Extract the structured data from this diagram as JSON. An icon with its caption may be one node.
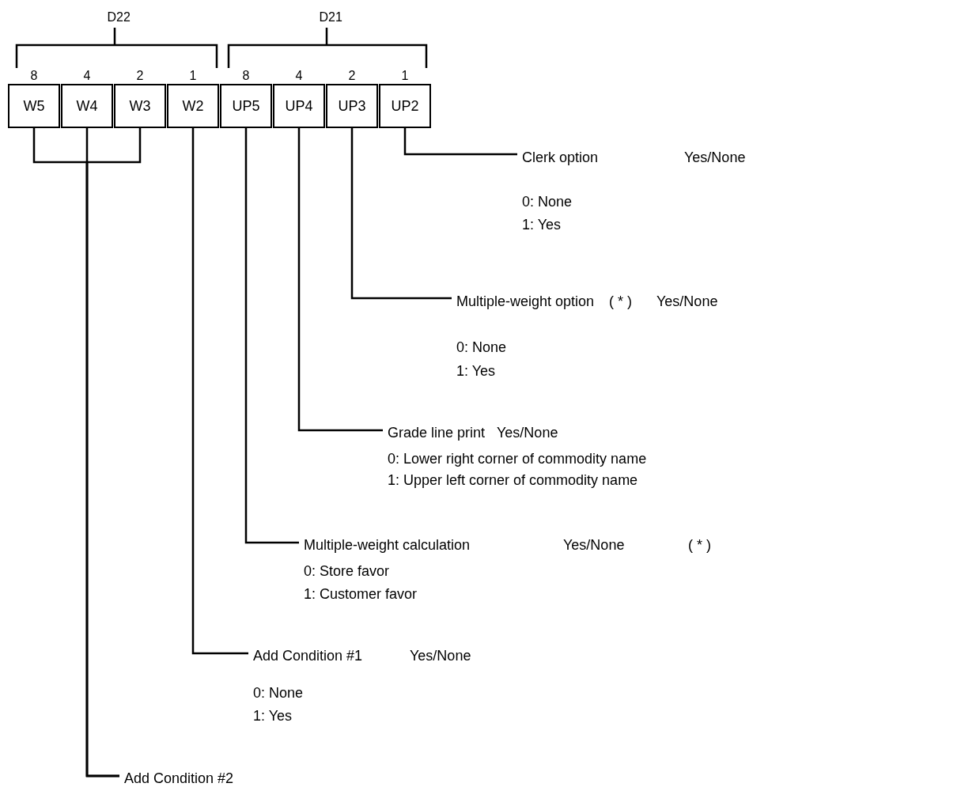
{
  "diagram": {
    "nodes": [
      {
        "text": [
          "W5"
        ]
      },
      {
        "text": [
          "W4"
        ]
      },
      {
        "text": [
          "W3"
        ]
      },
      {
        "text": [
          "W2"
        ]
      },
      {
        "text": [
          "UP5"
        ]
      },
      {
        "text": [
          "UP4"
        ]
      },
      {
        "text": [
          "UP3"
        ]
      },
      {
        "text": [
          "UP2"
        ]
      },
      {
        "text": [
          "Clerk option",
          "Yes/None",
          "0: None",
          "1: Yes"
        ]
      },
      {
        "text": [
          "Multiple-weight option",
          "( * )",
          "Yes/None",
          "0: None",
          "1: Yes"
        ]
      },
      {
        "text": [
          "Grade line print",
          "Yes/None",
          "0: Lower right corner of commodity name",
          "1: Upper left corner of commodity name"
        ]
      },
      {
        "text": [
          "Multiple-weight calculation",
          "Yes/None",
          "( * )",
          "0: Store favor",
          "1: Customer favor"
        ]
      },
      {
        "text": [
          "Add Condition #1",
          "Yes/None",
          "0: None",
          "1: Yes"
        ]
      },
      {
        "text": [
          "Add Condition #2"
        ]
      }
    ],
    "edges": [
      {
        "from": 7,
        "to": 8,
        "arrow": "none"
      },
      {
        "from": 6,
        "to": 9,
        "arrow": "none"
      },
      {
        "from": 5,
        "to": 10,
        "arrow": "none"
      },
      {
        "from": 4,
        "to": 11,
        "arrow": "none"
      },
      {
        "from": 3,
        "to": 12,
        "arrow": "none"
      },
      {
        "from": 0,
        "to": 13,
        "arrow": "none"
      },
      {
        "from": 1,
        "to": 13,
        "arrow": "none"
      },
      {
        "from": 2,
        "to": 13,
        "arrow": "none"
      }
    ],
    "labels": [
      "D22",
      "D21",
      "8",
      "4",
      "2",
      "1",
      "8",
      "4",
      "2",
      "1"
    ]
  }
}
